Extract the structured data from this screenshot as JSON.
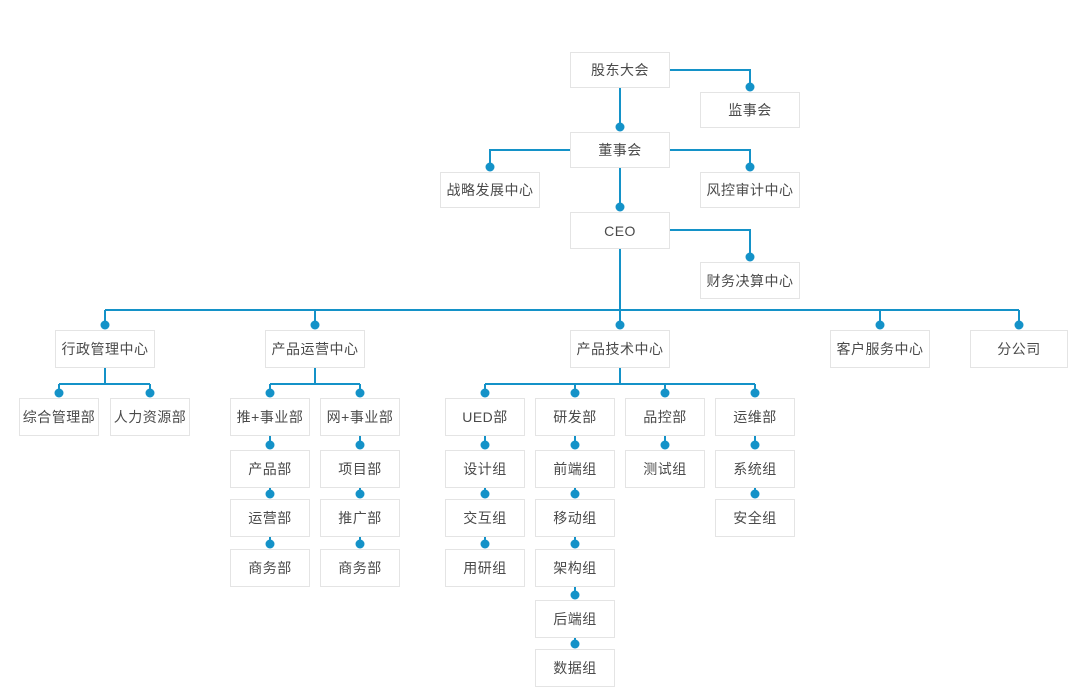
{
  "meta": {
    "line_color": "#1492c8",
    "dot_color": "#1492c8",
    "node_border_color": "#e4e4e4",
    "node_background": "#ffffff",
    "node_text_color": "#4a4a4a",
    "page_background": "#ffffff"
  },
  "org": {
    "governance": {
      "shareholders": "股东大会",
      "supervisory": "监事会",
      "board": "董事会",
      "strategy_center": "战略发展中心",
      "risk_audit_center": "风控审计中心",
      "ceo": "CEO",
      "finance_center": "财务决算中心"
    },
    "centers": {
      "admin": "行政管理中心",
      "product_ops": "产品运营中心",
      "product_tech": "产品技术中心",
      "customer_service": "客户服务中心",
      "branch": "分公司"
    },
    "admin_children": {
      "general": "综合管理部",
      "hr": "人力资源部"
    },
    "product_ops_columns": {
      "tui": [
        "推+事业部",
        "产品部",
        "运营部",
        "商务部"
      ],
      "wang": [
        "网+事业部",
        "项目部",
        "推广部",
        "商务部"
      ]
    },
    "product_tech_columns": {
      "ued": [
        "UED部",
        "设计组",
        "交互组",
        "用研组"
      ],
      "rd": [
        "研发部",
        "前端组",
        "移动组",
        "架构组",
        "后端组",
        "数据组"
      ],
      "qc": [
        "品控部",
        "测试组"
      ],
      "ops": [
        "运维部",
        "系统组",
        "安全组"
      ]
    }
  }
}
